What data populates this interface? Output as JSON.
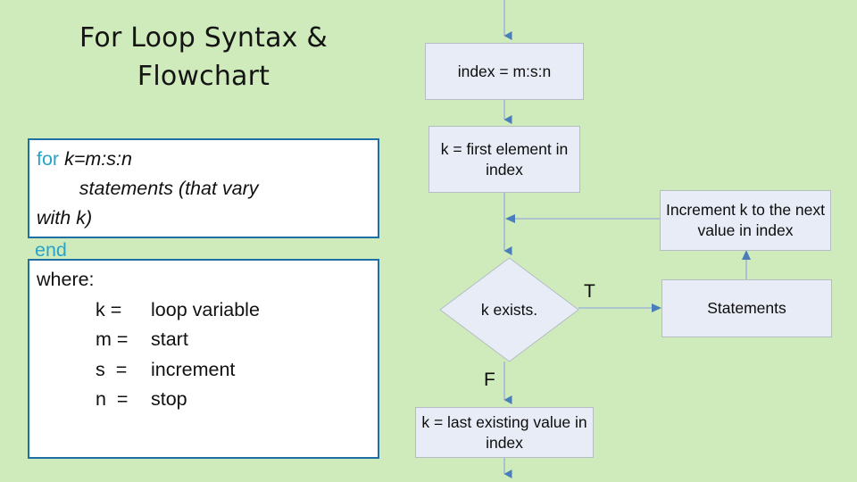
{
  "slide": {
    "background_color": "#cfebbb",
    "title": "For Loop Syntax & Flowchart"
  },
  "code_block": {
    "keyword_for": "for",
    "header_rest": " k=m:s:n",
    "body_line1": "        statements (that vary",
    "body_line2": "with k)",
    "keyword_end": "end"
  },
  "where_block": {
    "label": "where:",
    "rows": [
      {
        "symbol": "k =",
        "meaning": "loop variable"
      },
      {
        "symbol": "m =",
        "meaning": "start"
      },
      {
        "symbol": "s  =",
        "meaning": "increment"
      },
      {
        "symbol": "n  =",
        "meaning": "stop"
      }
    ]
  },
  "flowchart": {
    "node_fill": "#e8ecf6",
    "node_stroke": "#b4bcc4",
    "connector_color": "#9fb8d4",
    "arrowhead_color": "#4a7ebb",
    "nodes": {
      "index": "index = m:s:n",
      "first_element": "k = first element in index",
      "increment": "Increment k to the next value in index",
      "decision": "k exists.",
      "statements": "Statements",
      "last_value": "k = last existing value in index"
    },
    "edge_labels": {
      "true": "T",
      "false": "F"
    }
  }
}
